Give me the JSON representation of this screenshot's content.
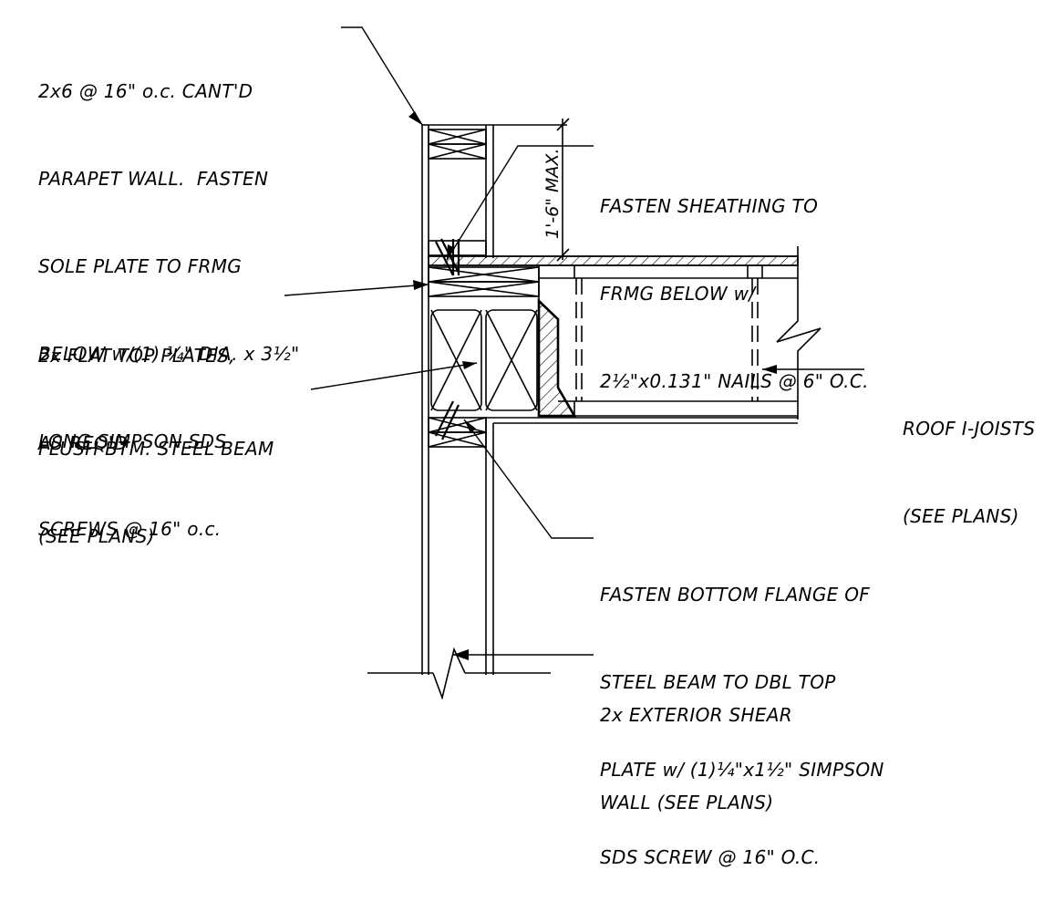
{
  "notes": {
    "parapet": [
      "2x6 @ 16\" o.c. CANT'D",
      "PARAPET WALL.  FASTEN",
      "SOLE PLATE TO FRMG",
      "BELOW w/(1) ¼\" DIA. x 3½\"",
      "LONG SIMPSON SDS",
      "SCREWS @ 16\" o.c."
    ],
    "sheathing": [
      "FASTEN SHEATHING TO",
      "FRMG BELOW w/",
      "2½\"x0.131\" NAILS @ 6\" O.C."
    ],
    "top_plates": [
      "2x FLAT TOP PLATES,",
      "AS REQ'D"
    ],
    "steel_beam": [
      "FLUSH BTM. STEEL BEAM",
      "(SEE PLANS)"
    ],
    "i_joists": [
      "ROOF I-JOISTS",
      "(SEE PLANS)"
    ],
    "bottom_flange": [
      "FASTEN BOTTOM FLANGE OF",
      "STEEL BEAM TO DBL TOP",
      "PLATE w/ (1)¼\"x1½\" SIMPSON",
      "SDS SCREW @ 16\" O.C."
    ],
    "shear_wall": [
      "2x EXTERIOR SHEAR",
      "WALL (SEE PLANS)"
    ]
  },
  "dimension": {
    "label": "1'-6\" MAX."
  }
}
